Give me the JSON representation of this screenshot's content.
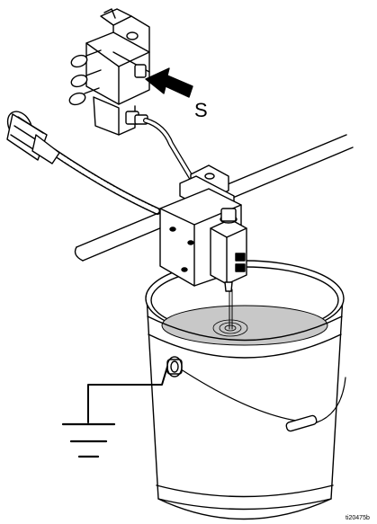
{
  "callout": {
    "label": "S"
  },
  "figure": {
    "id": "ti20475b"
  },
  "components": {
    "solenoid_valve": "solenoid-valve",
    "air_hose_connector": "air-hose-connector",
    "dispense_valve": "dispense-valve",
    "pail": "grounded-metal-pail",
    "ground_symbol": "ground-icon"
  },
  "colors": {
    "line": "#000000",
    "fill": "#ffffff",
    "fluid": "#c8c8c8"
  }
}
